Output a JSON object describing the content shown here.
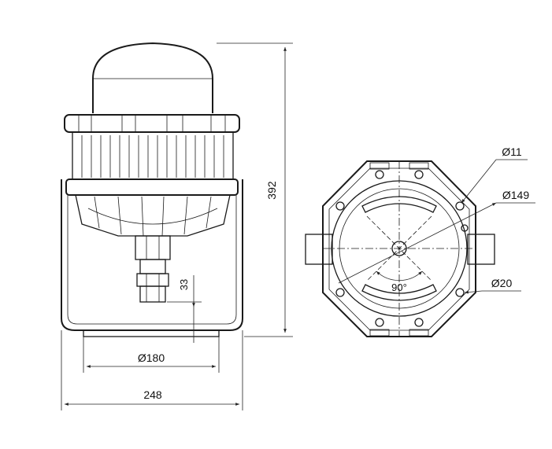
{
  "dimensions": {
    "height_392": "392",
    "width_248": "248",
    "dia_180": "Ø180",
    "len_33": "33",
    "dia_11": "Ø11",
    "dia_149": "Ø149",
    "angle_90": "90°",
    "dia_20": "Ø20"
  },
  "colors": {
    "line": "#1a1a1a",
    "background": "#ffffff"
  }
}
